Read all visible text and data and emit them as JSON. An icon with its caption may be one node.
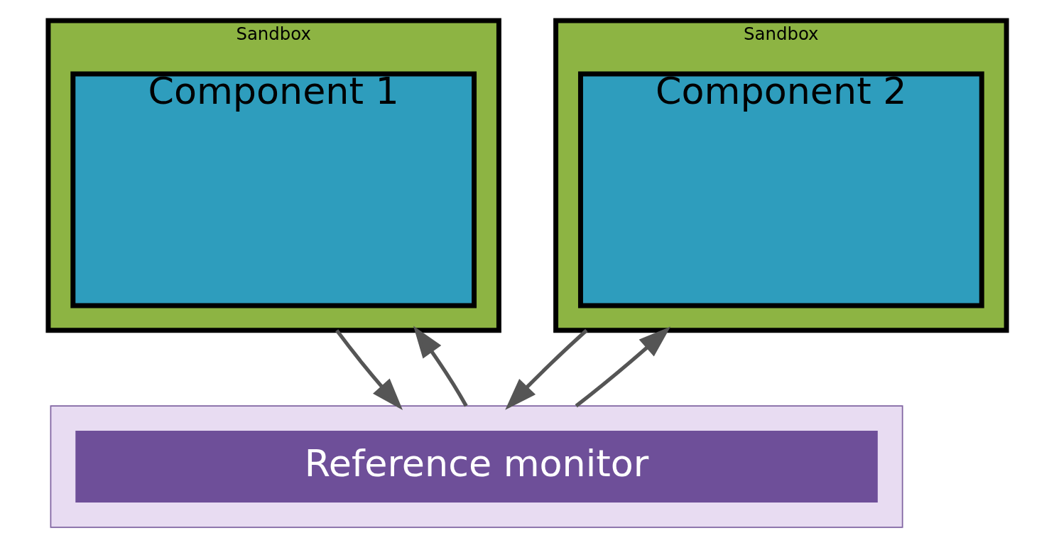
{
  "diagram": {
    "nodes": [
      {
        "text": [
          "Sandbox"
        ]
      },
      {
        "text": [
          "Component 1"
        ],
        "in": 0
      },
      {
        "text": [
          "Sandbox"
        ]
      },
      {
        "text": [
          "Component 2"
        ],
        "in": 2
      },
      {
        "text": [],
        "shape": "box"
      },
      {
        "text": [
          "Reference monitor"
        ],
        "in": 4
      }
    ],
    "edges": [
      {
        "from": 0,
        "to": 4,
        "arrow": "to"
      },
      {
        "from": 4,
        "to": 0,
        "arrow": "to"
      },
      {
        "from": 2,
        "to": 4,
        "arrow": "to"
      },
      {
        "from": 4,
        "to": 2,
        "arrow": "to"
      }
    ]
  }
}
